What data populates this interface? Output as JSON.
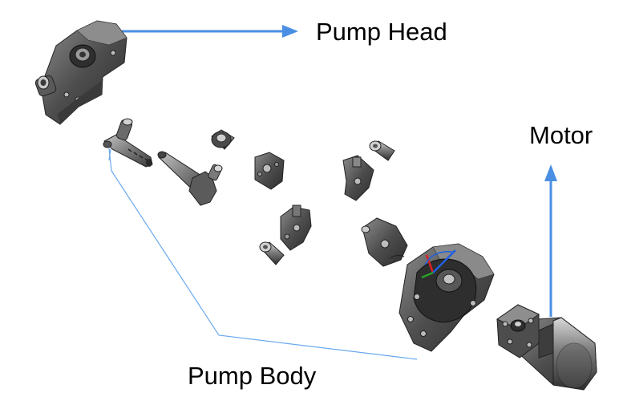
{
  "labels": {
    "pump_head": "Pump Head",
    "motor": "Motor",
    "pump_body": "Pump Body"
  },
  "colors": {
    "arrow": "#4a8fe3",
    "leader_line": "#6aa9ee",
    "part_dark": "#3f3f3f",
    "part_mid": "#6b6b6b",
    "part_light": "#a9a9a9",
    "axis_red": "#e02020",
    "axis_green": "#2aa02a",
    "axis_blue": "#2060e0"
  }
}
